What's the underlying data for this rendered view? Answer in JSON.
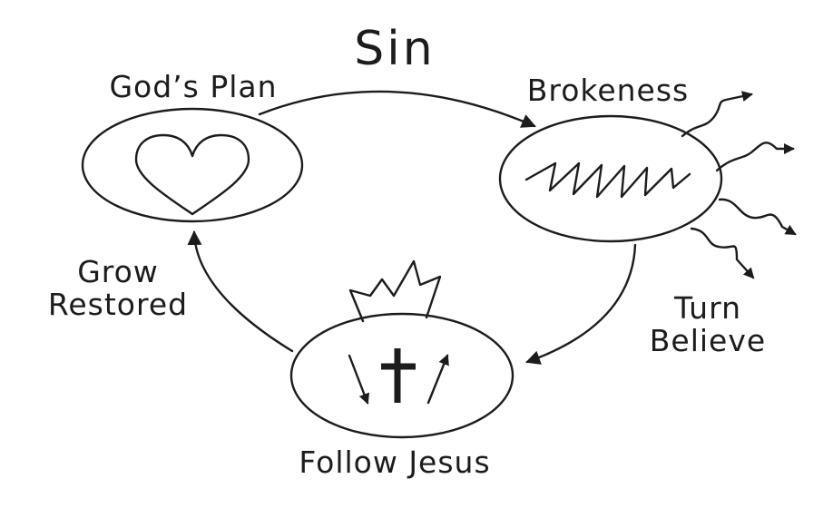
{
  "title": "Sin",
  "stages": {
    "plan": {
      "label": "God’s Plan"
    },
    "brokenness": {
      "label": "Brokeness"
    },
    "follow": {
      "label": "Follow Jesus"
    }
  },
  "transitions": {
    "grow": {
      "line1": "Grow",
      "line2": "Restored"
    },
    "turn": {
      "line1": "Turn",
      "line2": "Believe"
    }
  },
  "icons": {
    "plan": "heart-icon",
    "brokenness": "zigzag-icon",
    "follow": "cross-icon",
    "crown": "crown-icon"
  },
  "colors": {
    "stroke": "#1c1c1c",
    "background": "#ffffff"
  }
}
